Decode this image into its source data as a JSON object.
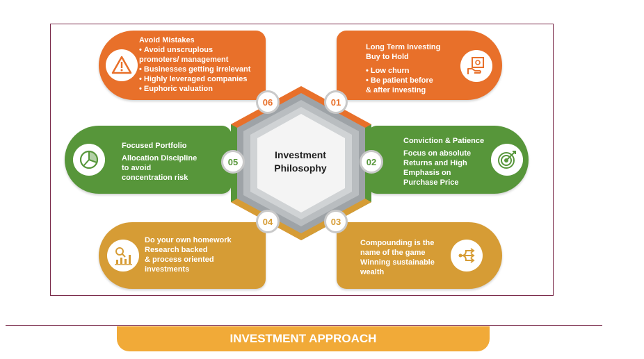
{
  "center": {
    "title_line1": "Investment",
    "title_line2": "Philosophy"
  },
  "colors": {
    "orange": "#e8702a",
    "green": "#57963a",
    "gold": "#d69c35",
    "banner": "#f1aa38",
    "frame": "#7a2a4a"
  },
  "items": [
    {
      "number": "01",
      "icon": "money-hand-icon",
      "lines": [
        "Long Term Investing",
        "Buy to Hold",
        "Low churn",
        "Be patient before",
        "& after investing"
      ]
    },
    {
      "number": "02",
      "icon": "target-icon",
      "lines": [
        "Conviction & Patience",
        "Focus on absolute",
        "Returns and High",
        "Emphasis on",
        "Purchase Price"
      ]
    },
    {
      "number": "03",
      "icon": "flow-arrows-icon",
      "lines": [
        "Compounding is the",
        "name of the game",
        "Winning sustainable",
        "wealth"
      ]
    },
    {
      "number": "04",
      "icon": "research-chart-icon",
      "lines": [
        "Do your own homework",
        "Research backed",
        "& process oriented",
        "investments"
      ]
    },
    {
      "number": "05",
      "icon": "pie-chart-icon",
      "lines": [
        "Focused Portfolio",
        "Allocation Discipline",
        "to avoid",
        "concentration risk"
      ]
    },
    {
      "number": "06",
      "icon": "warning-icon",
      "lines": [
        "Avoid Mistakes",
        "Avoid unscruplous",
        "promoters/ management",
        "Businesses getting irrelevant",
        "Highly leveraged companies",
        "Euphoric valuation"
      ]
    }
  ],
  "footer": {
    "banner_label": "INVESTMENT APPROACH"
  }
}
